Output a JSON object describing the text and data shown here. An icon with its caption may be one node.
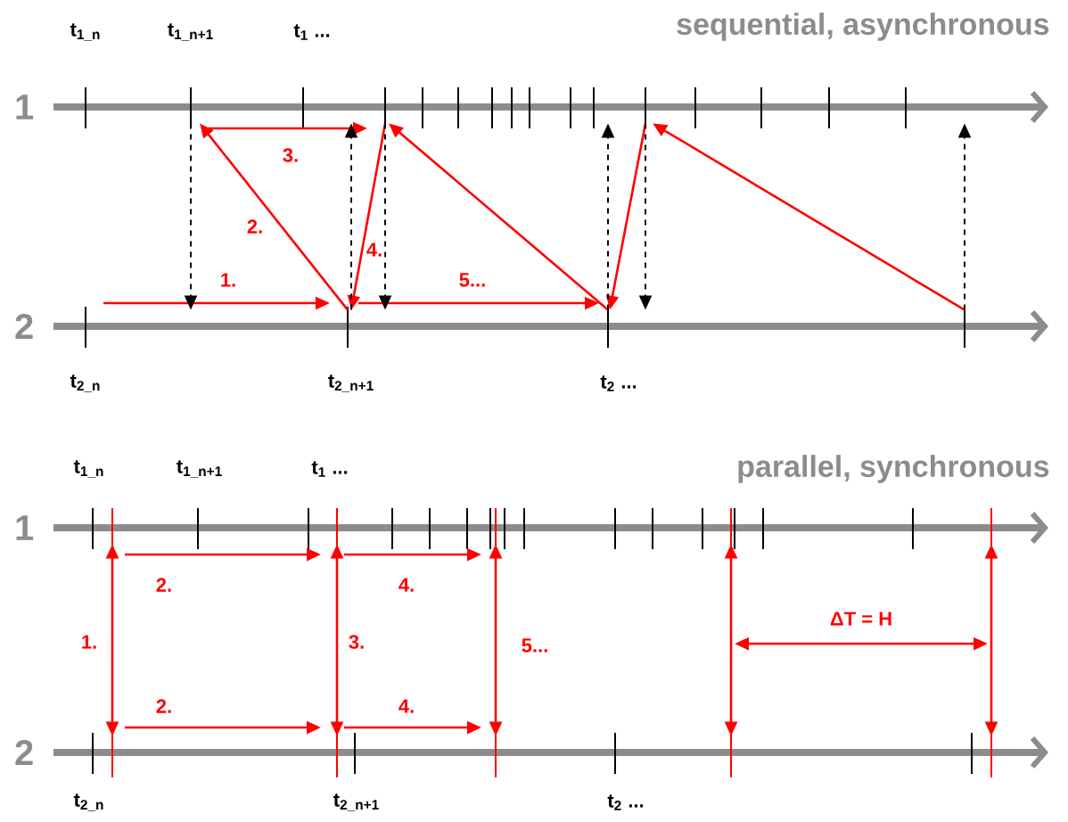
{
  "diagram": {
    "nodes": [
      {
        "text": [
          "1"
        ]
      },
      {
        "text": [
          "2"
        ]
      },
      {
        "text": [
          "1"
        ]
      },
      {
        "text": [
          "2"
        ]
      }
    ],
    "edges": [
      {
        "from": 1,
        "to": 0,
        "arrow": "to",
        "label": "2."
      },
      {
        "from": 0,
        "to": 1,
        "arrow": "to",
        "label": "4."
      },
      {
        "from": 1,
        "to": 0,
        "arrow": "to"
      },
      {
        "from": 0,
        "to": 1,
        "arrow": "to"
      },
      {
        "from": 1,
        "to": 0,
        "arrow": "to"
      },
      {
        "from": 0,
        "to": 1,
        "arrow": "to",
        "style": "dashed",
        "color": "#000000"
      },
      {
        "from": 1,
        "to": 0,
        "arrow": "to",
        "style": "dashed",
        "color": "#000000"
      },
      {
        "from": 0,
        "to": 1,
        "arrow": "to",
        "style": "dashed",
        "color": "#000000"
      },
      {
        "from": 1,
        "to": 0,
        "arrow": "to",
        "style": "dashed",
        "color": "#000000"
      },
      {
        "from": 0,
        "to": 1,
        "arrow": "to",
        "style": "dashed",
        "color": "#000000"
      },
      {
        "from": 1,
        "to": 0,
        "arrow": "to",
        "style": "dashed",
        "color": "#000000"
      },
      {
        "from": 2,
        "to": 3,
        "arrow": "both",
        "label": "1."
      },
      {
        "from": 2,
        "to": 3,
        "arrow": "both",
        "label": "3."
      },
      {
        "from": 2,
        "to": 3,
        "arrow": "both",
        "label": "5..."
      },
      {
        "from": 2,
        "to": 3,
        "arrow": "both"
      },
      {
        "from": 2,
        "to": 3,
        "arrow": "both"
      }
    ],
    "labels": [
      "t$_{1_n}$",
      "t$_{1_n+1}$",
      "t$_{1}$ ...",
      "sequential, asynchronous",
      "3.",
      "1.",
      "5...",
      "t$_{2_n}$",
      "t$_{2_n+1}$",
      "t$_{2}$ ...",
      "t$_{1_n}$",
      "t$_{1_n+1}$",
      "t$_{1}$ ...",
      "parallel, synchronous",
      "2.",
      "4.",
      "ΔT = H",
      "2.",
      "4.",
      "t$_{2_n}$",
      "t$_{2_n+1}$",
      "t$_{2}$ ..."
    ]
  }
}
